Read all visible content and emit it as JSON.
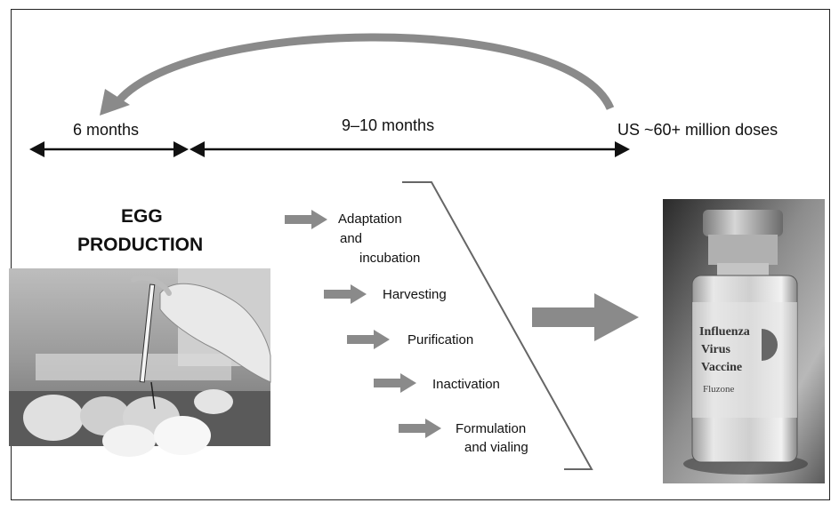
{
  "timeline": {
    "egg_phase": "6 months",
    "processing_phase": "9–10 months",
    "output": "US ~60+ million doses"
  },
  "egg_production": {
    "title_line1": "EGG",
    "title_line2": "PRODUCTION"
  },
  "steps": [
    {
      "line1": "Adaptation",
      "line2": "and",
      "line3": "incubation"
    },
    {
      "line1": "Harvesting"
    },
    {
      "line1": "Purification"
    },
    {
      "line1": "Inactivation"
    },
    {
      "line1": "Formulation",
      "line2": "and vialing"
    }
  ],
  "vial_label": {
    "line1": "Influenza",
    "line2": "Virus",
    "line3": "Vaccine",
    "brand": "Fluzone"
  },
  "colors": {
    "arrow_gray": "#8a8a8a",
    "line_black": "#111111",
    "frame": "#222222"
  }
}
